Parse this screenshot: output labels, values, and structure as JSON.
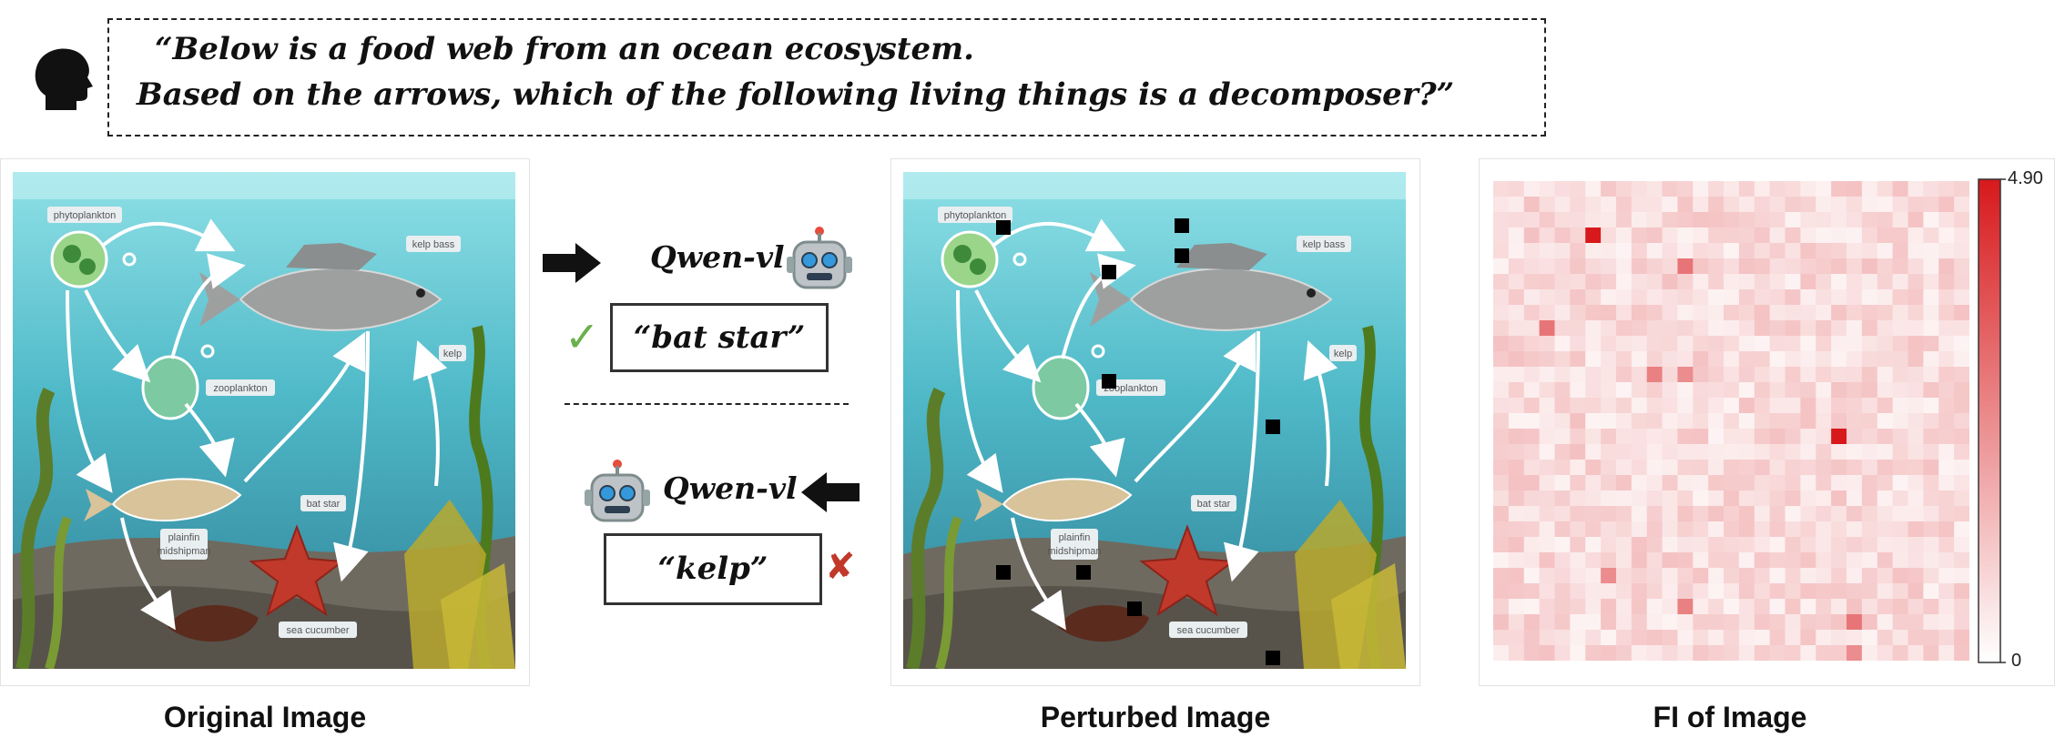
{
  "question": {
    "line1": "“Below is a food web from an ocean ecosystem.",
    "line2": "Based on the arrows, which of the following living things is a decomposer?”"
  },
  "food_web_labels": {
    "phytoplankton": "phytoplankton",
    "zooplankton": "zooplankton",
    "kelp_bass": "kelp bass",
    "kelp": "kelp",
    "bat_star": "bat star",
    "plainfin_line1": "plainfin",
    "plainfin_line2": "midshipman",
    "sea_cucumber": "sea cucumber"
  },
  "model_top": {
    "name": "Qwen-vl",
    "answer": "“bat star”",
    "verdict": "✓",
    "verdict_color": "#6ab04c"
  },
  "model_bottom": {
    "name": "Qwen-vl",
    "answer": "“kelp”",
    "verdict": "✘",
    "verdict_color": "#c0392b"
  },
  "fi_heatmap": {
    "max_label": "4.90",
    "min_label": "0",
    "high_color": "#d7191c",
    "low_color": "#ffffff"
  },
  "captions": {
    "original": "Original Image",
    "perturbed": "Perturbed Image",
    "fi": "FI of Image"
  }
}
